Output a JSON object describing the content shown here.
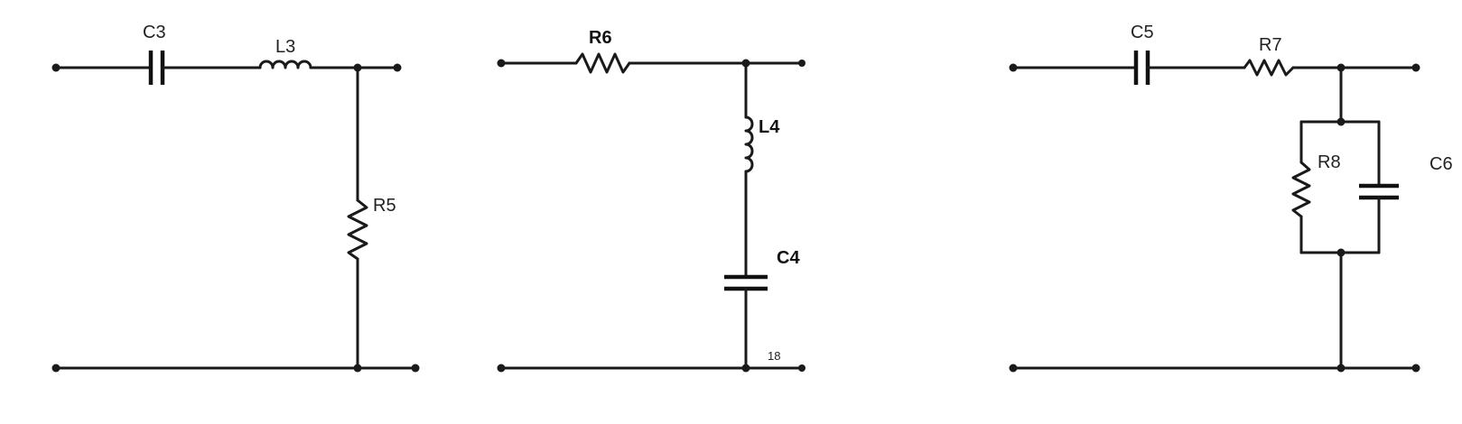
{
  "circuits": [
    {
      "components": [
        {
          "kind": "capacitor",
          "label": "C3"
        },
        {
          "kind": "inductor",
          "label": "L3"
        },
        {
          "kind": "resistor",
          "label": "R5"
        }
      ]
    },
    {
      "components": [
        {
          "kind": "resistor",
          "label": "R6"
        },
        {
          "kind": "inductor",
          "label": "L4"
        },
        {
          "kind": "capacitor",
          "label": "C4"
        }
      ],
      "annotation": "18"
    },
    {
      "components": [
        {
          "kind": "capacitor",
          "label": "C5"
        },
        {
          "kind": "resistor",
          "label": "R7"
        },
        {
          "kind": "resistor",
          "label": "R8"
        },
        {
          "kind": "capacitor",
          "label": "C6"
        }
      ]
    }
  ]
}
